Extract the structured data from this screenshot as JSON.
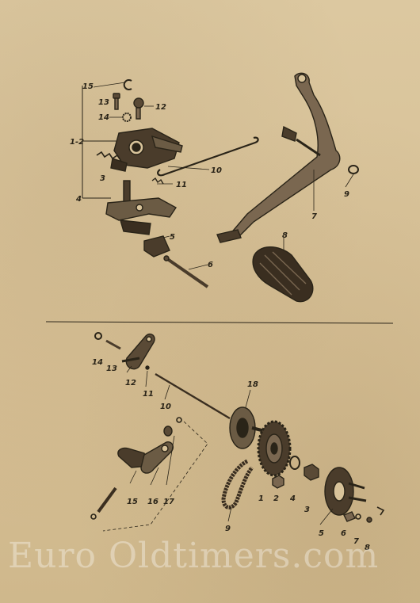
{
  "palette": {
    "paper": "#d8c39a",
    "ink": "#2a2418",
    "shade": "#6b5b44"
  },
  "upper_assembly": {
    "callouts": [
      "15",
      "13",
      "12",
      "14",
      "1-2",
      "3",
      "10",
      "11",
      "4",
      "5",
      "6",
      "7",
      "8",
      "9"
    ]
  },
  "lower_assembly": {
    "callouts": [
      "14",
      "13",
      "12",
      "11",
      "10",
      "18",
      "15",
      "16",
      "17",
      "1",
      "2",
      "4",
      "3",
      "9",
      "5",
      "6",
      "7",
      "8"
    ]
  },
  "watermark": {
    "text": "Euro Oldtimers.com"
  }
}
